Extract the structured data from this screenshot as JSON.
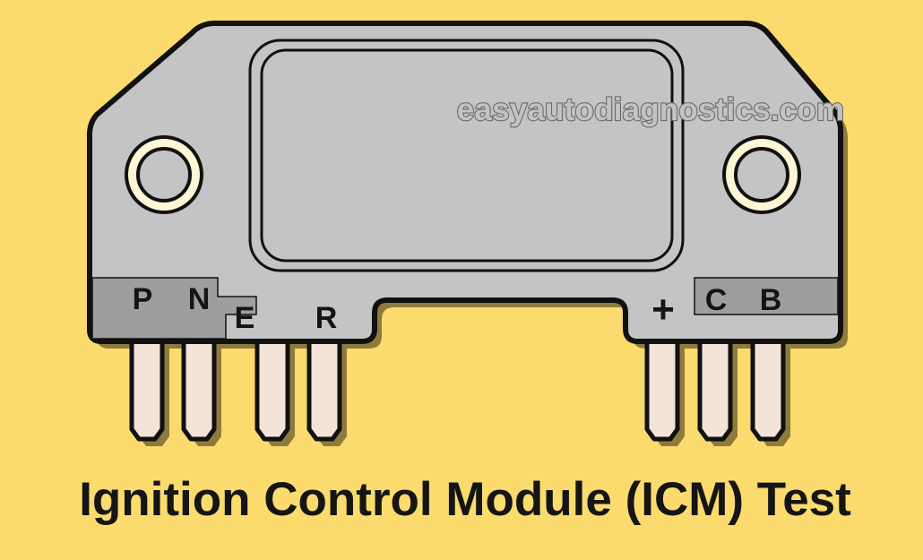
{
  "watermark": "easyautodiagnostics.com",
  "title": "Ignition Control Module (ICM) Test",
  "pins": {
    "p": "P",
    "n": "N",
    "e": "E",
    "r": "R",
    "plus": "+",
    "c": "C",
    "b": "B"
  },
  "colors": {
    "background": "#fbdb6e",
    "module_body": "#c4c4c4",
    "label_strip": "#9e9e9e",
    "pin": "#f3e3d9",
    "outline": "#111111",
    "mount_hole": "#fff6d6"
  }
}
